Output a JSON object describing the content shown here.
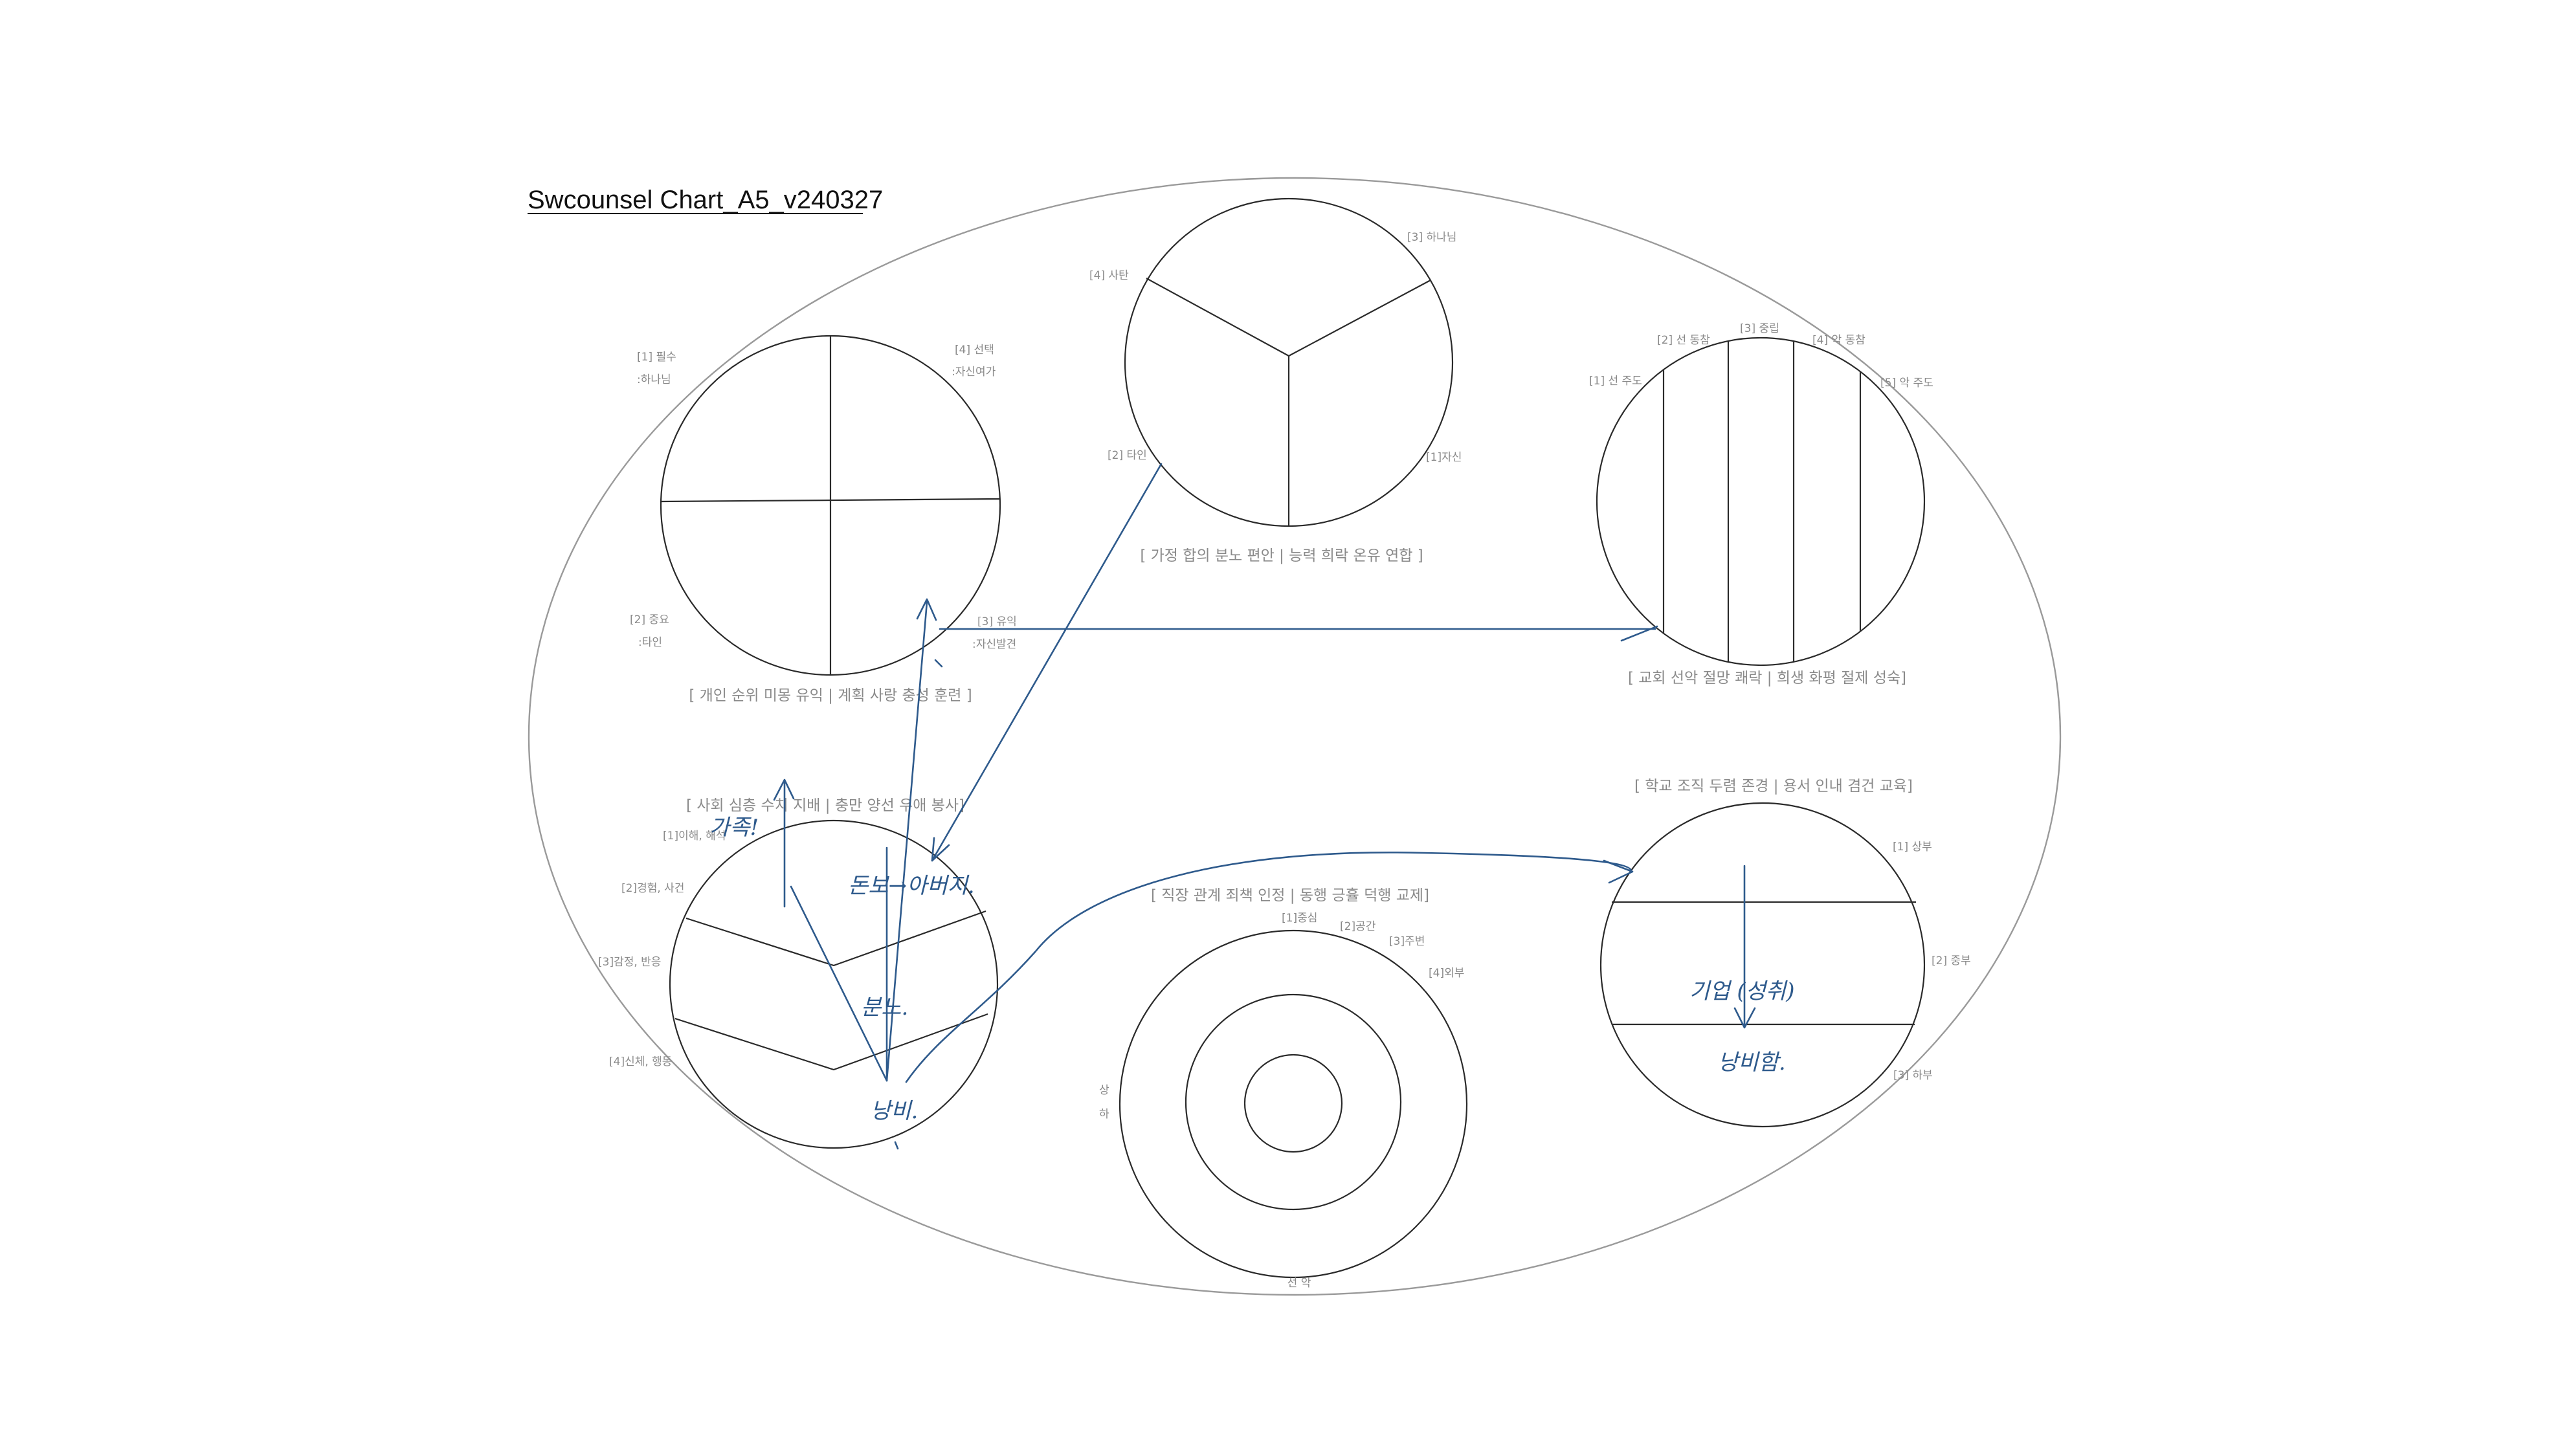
{
  "title": "Swcounsel Chart_A5_v240327",
  "colors": {
    "ink": "#2e5a8c",
    "outline": "#2a2a2a",
    "label": "#8a8a8a",
    "background": "#ffffff"
  },
  "chart_1": {
    "labels": [
      "[1] 필수",
      ":하나님",
      "[4] 선택",
      ":자신여가",
      "[2] 중요",
      ":타인",
      "[3] 유익",
      ":자신발견"
    ],
    "caption": "[ 개인 순위 미몽 유익 | 계획 사랑 충성 훈련 ]"
  },
  "chart_2": {
    "labels": [
      "[4] 사탄",
      "[3] 하나님",
      "[2] 타인",
      "[1]자신"
    ],
    "caption": "[ 가정 합의 분노 편안 | 능력 희락 온유 연합 ]"
  },
  "chart_3": {
    "labels": [
      "[1] 선 주도",
      "[2] 선 동참",
      "[3] 중립",
      "[4] 악 동참",
      "[5] 악 주도"
    ],
    "caption": "[ 교회 선악 절망 쾌락 | 희생 화평 절제 성숙]"
  },
  "chart_4": {
    "caption": "[ 사회 심층 수치 지배 | 충만 양선 우애 봉사]",
    "labels": [
      "[1]이해, 해석",
      "[2]경험, 사건",
      "[3]감정, 반응",
      "[4]신체, 행동"
    ]
  },
  "chart_5": {
    "caption": "[ 직장 관계 죄책 인정 | 동행 긍휼 덕행 교제]",
    "labels": [
      "[1]중심",
      "[2]공간",
      "[3]주변",
      "[4]외부"
    ],
    "side_labels": [
      "상",
      "하"
    ],
    "bottom_label": "선 악"
  },
  "chart_6": {
    "caption": "[ 학교 조직 두렴 존경 | 용서 인내 겸건 교육]",
    "labels": [
      "[1] 상부",
      "[2] 중부",
      "[3] 하부"
    ]
  },
  "handwriting": {
    "h1": "가족!",
    "h2": "돈보→아버지.",
    "h3": "분노.",
    "h4": "낭비.",
    "h5": "기업 (성취)",
    "h6": "낭비함."
  }
}
